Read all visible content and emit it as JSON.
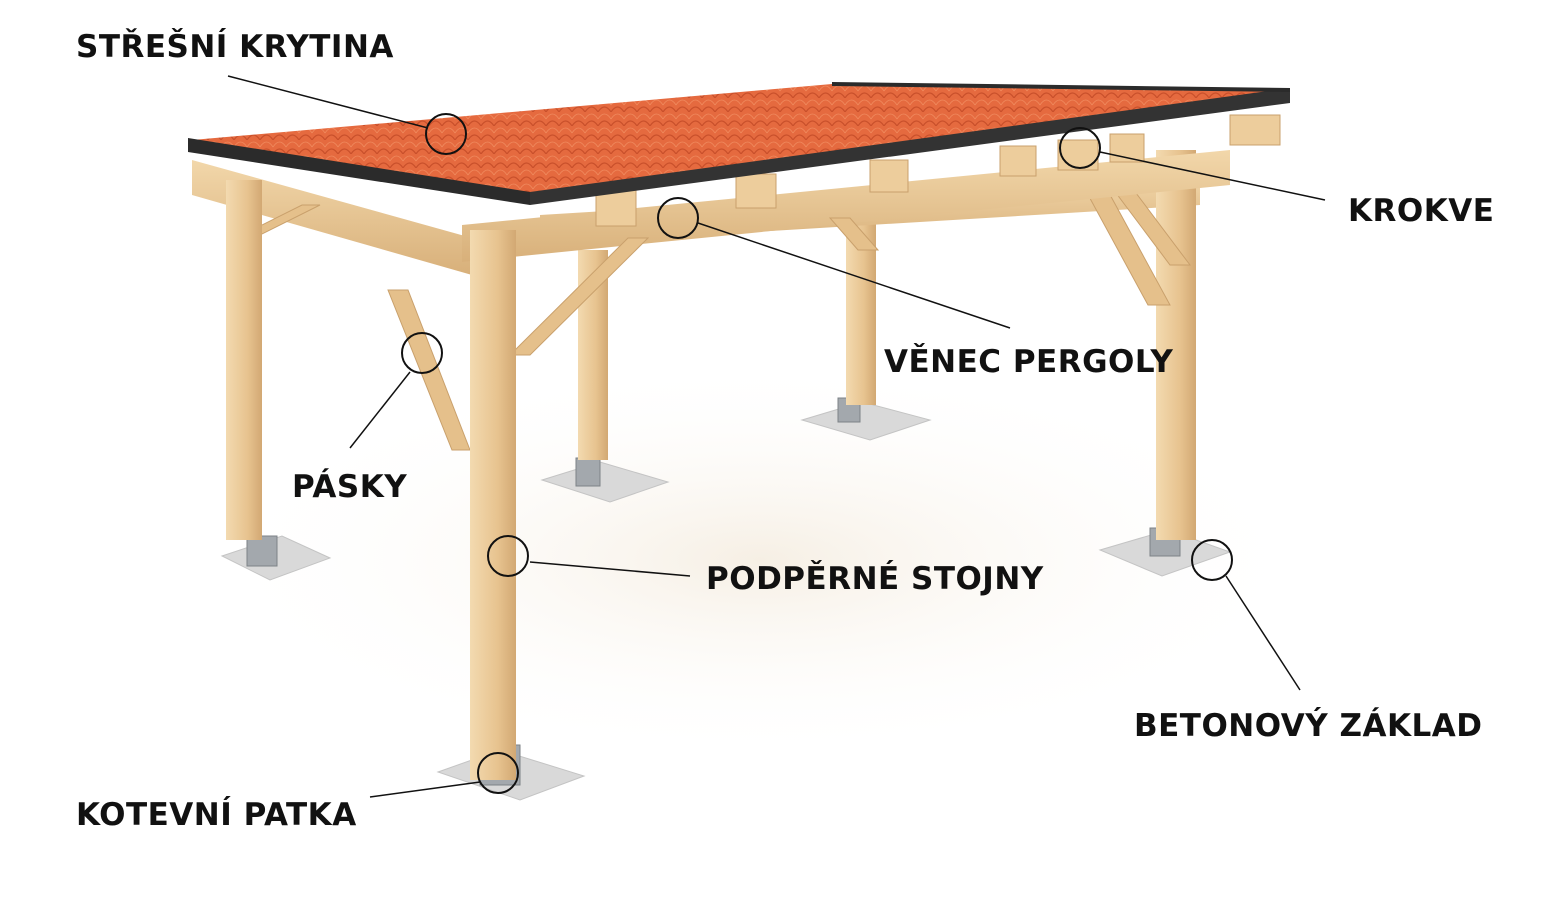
{
  "labels": {
    "roofing": "STŘEŠNÍ KRYTINA",
    "rafters": "KROKVE",
    "ring_beam": "VĚNEC PERGOLY",
    "braces": "PÁSKY",
    "posts": "PODPĚRNÉ STOJNY",
    "foundation": "BETONOVÝ ZÁKLAD",
    "anchor": "KOTEVNÍ PATKA"
  },
  "colors": {
    "roof_tile": "#e8663c",
    "roof_tile_dark": "#c84e2a",
    "roof_edge": "#2a2a2a",
    "wood_light": "#f0d4a4",
    "wood_mid": "#e2bd88",
    "wood_dark": "#c99e68",
    "concrete": "#d6d6d6",
    "metal": "#9aa0a6",
    "callout_line": "#111111"
  }
}
